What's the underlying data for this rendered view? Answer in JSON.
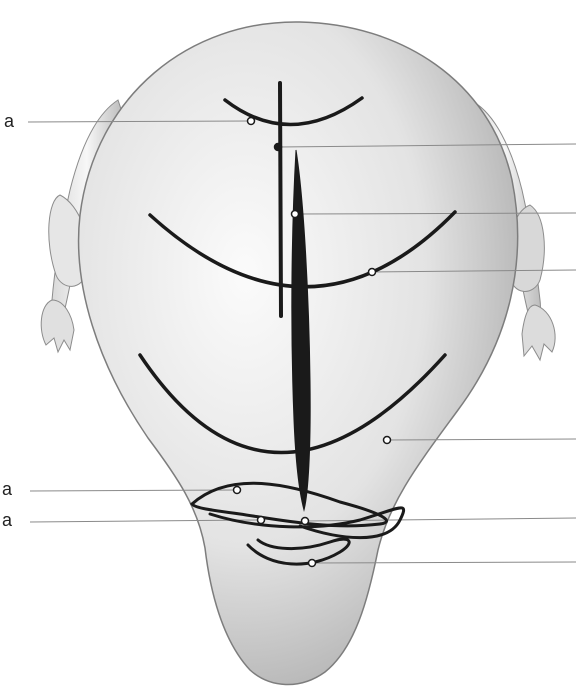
{
  "labels": {
    "top_left": "a",
    "lower_left_1": "a",
    "lower_left_2": "a"
  },
  "colors": {
    "organ_light": "#f2f2f2",
    "organ_shade": "#9a9a9a",
    "line": "#1a1a1a",
    "leader": "#8a8a8a"
  }
}
